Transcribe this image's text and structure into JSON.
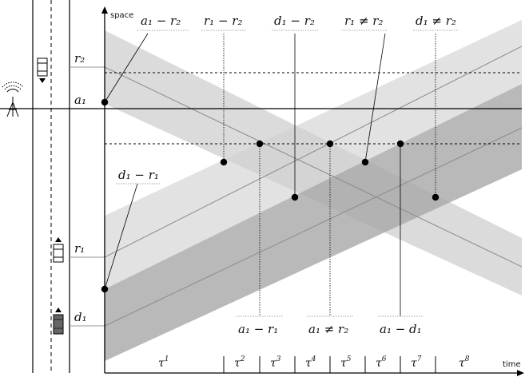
{
  "axes": {
    "y_label": "space",
    "x_label": "time"
  },
  "positions": {
    "r2": "r₂",
    "a1": "a₁",
    "r1": "r₁",
    "d1": "d₁"
  },
  "events": {
    "top": [
      "a₁ − r₂",
      "r₁ − r₂",
      "d₁ − r₂",
      "r₁ ≠ r₂",
      "d₁ ≠ r₂"
    ],
    "bottom": [
      "a₁ − r₁",
      "a₁ ≠ r₂",
      "a₁ − d₁"
    ],
    "left": "d₁ − r₁"
  },
  "intervals": {
    "base": "τ",
    "indices": [
      "1",
      "2",
      "3",
      "4",
      "5",
      "6",
      "7",
      "8"
    ]
  },
  "icons": [
    "antenna-icon",
    "vehicle-r2-icon",
    "vehicle-r1-icon",
    "vehicle-d1-icon"
  ],
  "colors": {
    "band_light": "#e6e6e6",
    "band_mid": "#cccccc",
    "band_dark": "#b0b0b0",
    "line": "#000000",
    "guide": "#9a9a9a"
  }
}
